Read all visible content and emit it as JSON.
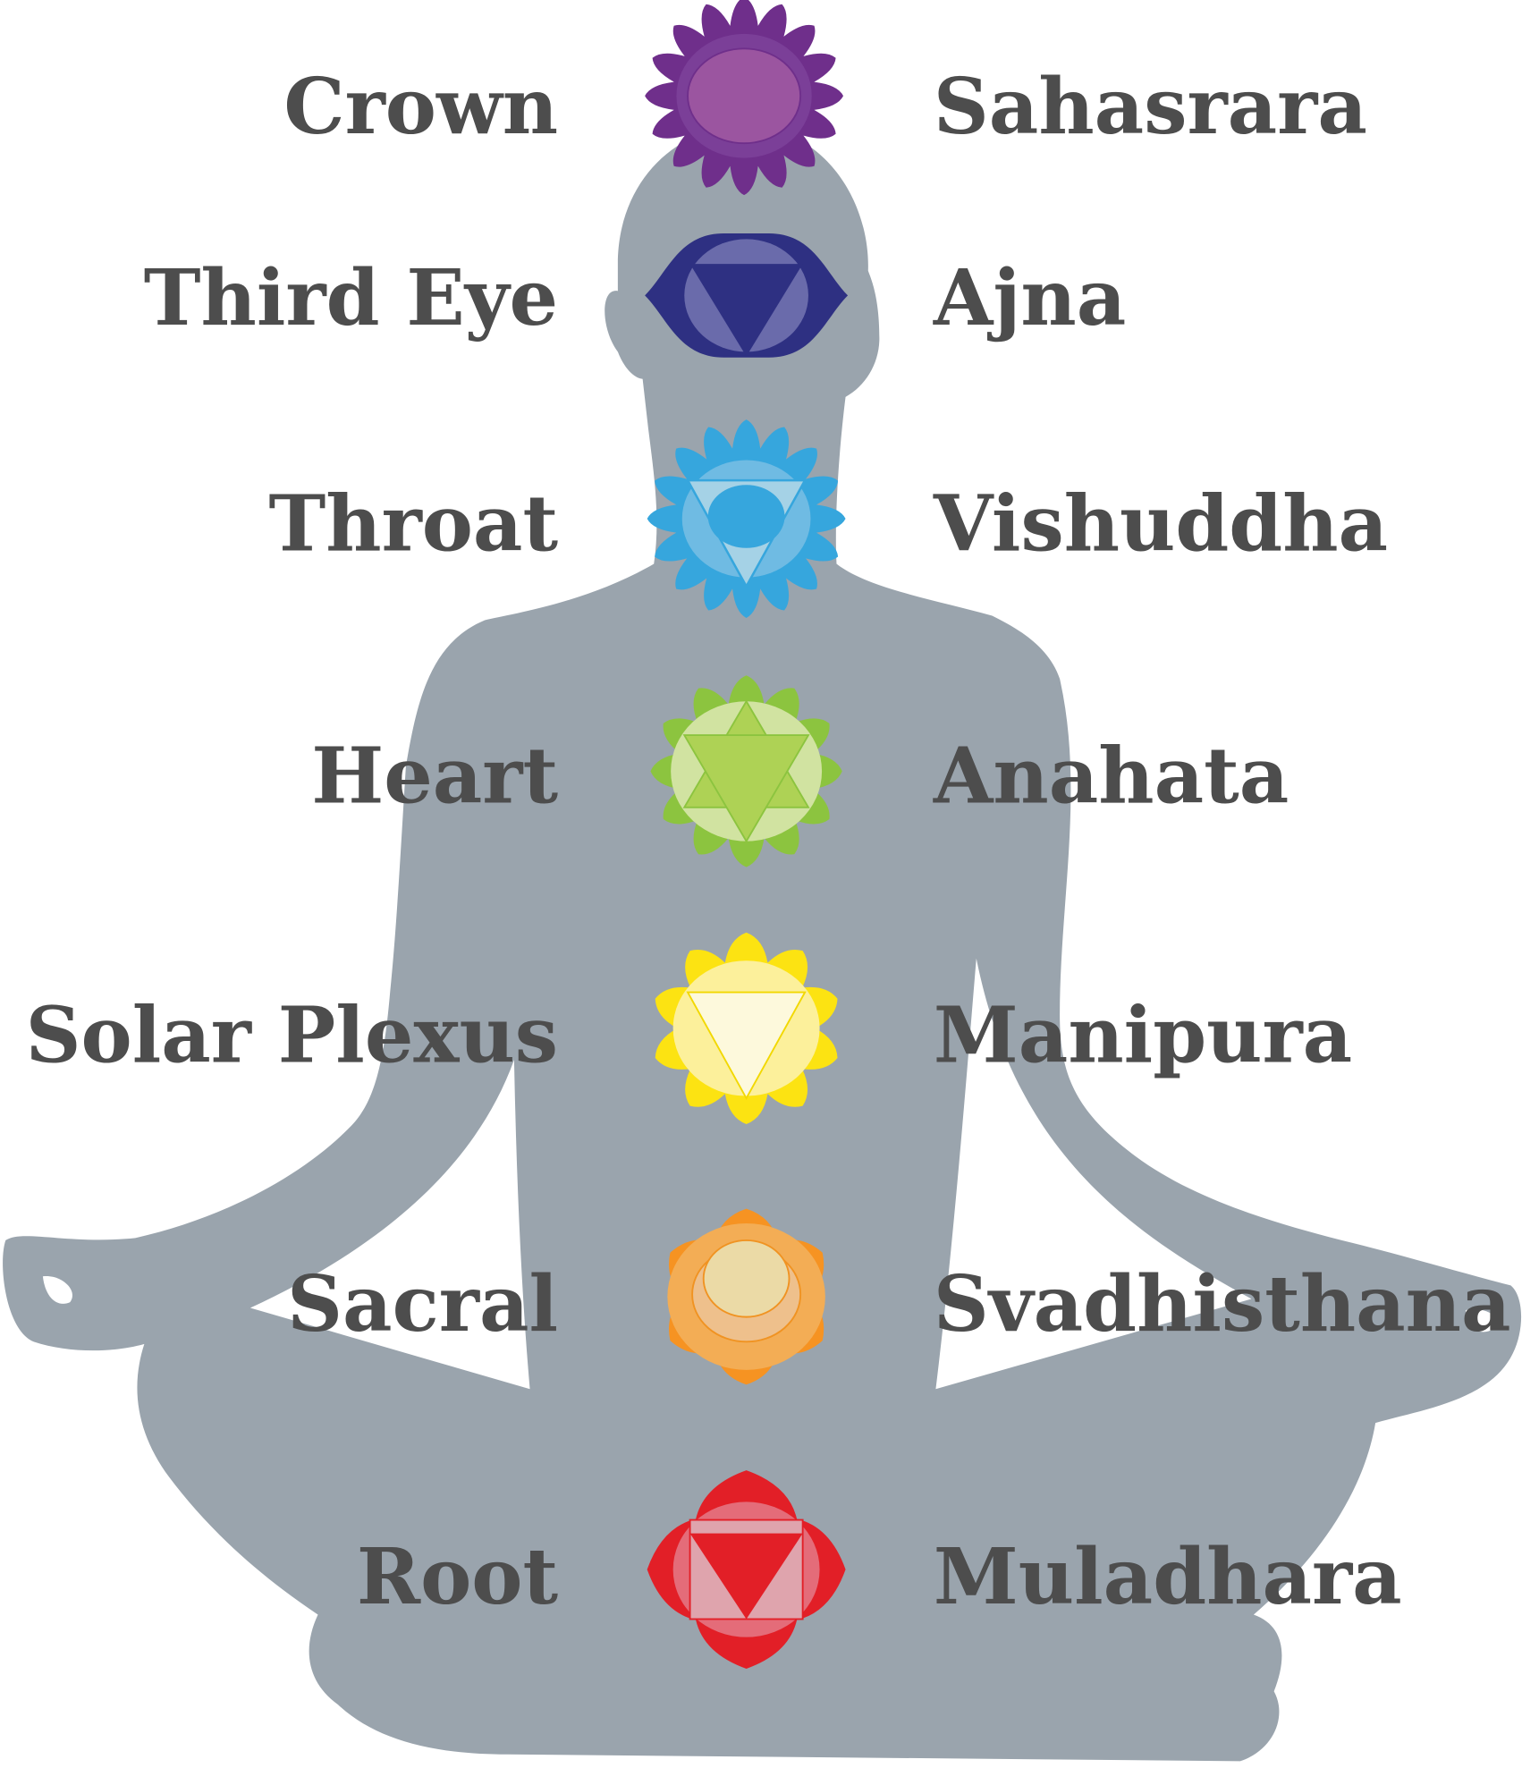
{
  "colors": {
    "silhouette": "#9aa4ad",
    "label_text": "#4d4d4d"
  },
  "chakras": [
    {
      "english": "Crown",
      "sanskrit": "Sahasrara",
      "outer": "#6f2f8b",
      "mid": "#7b3f98",
      "inner": "#9b55a0",
      "accent": "#6f2f8b"
    },
    {
      "english": "Third Eye",
      "sanskrit": "Ajna",
      "outer": "#2e3082",
      "mid": "#6a6bab",
      "inner": "#6a6bab",
      "accent": "#2e3082"
    },
    {
      "english": "Throat",
      "sanskrit": "Vishuddha",
      "outer": "#36a6dd",
      "mid": "#6fbbe3",
      "inner": "#a5d2e6",
      "accent": "#36a6dd"
    },
    {
      "english": "Heart",
      "sanskrit": "Anahata",
      "outer": "#8cc43f",
      "mid": "#d1e3a1",
      "inner": "#aed255",
      "accent": "#8cc43f"
    },
    {
      "english": "Solar Plexus",
      "sanskrit": "Manipura",
      "outer": "#fce312",
      "mid": "#fcf09b",
      "inner": "#fdf9dc",
      "accent": "#f2d800"
    },
    {
      "english": "Sacral",
      "sanskrit": "Svadhisthana",
      "outer": "#f69322",
      "mid": "#f3ad55",
      "inner": "#ebdaa6",
      "accent": "#f09322"
    },
    {
      "english": "Root",
      "sanskrit": "Muladhara",
      "outer": "#e21f27",
      "mid": "#e46c79",
      "inner": "#dfa4ad",
      "accent": "#e21f27"
    }
  ]
}
